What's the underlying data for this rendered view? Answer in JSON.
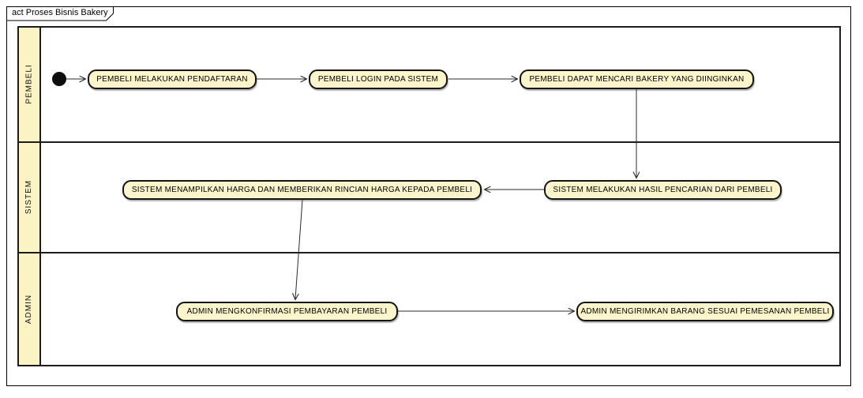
{
  "frame": {
    "title": "act Proses Bisnis Bakery"
  },
  "colors": {
    "node_fill": "#FCF5CB",
    "lane_fill": "#FAF3C4",
    "border": "#1c1c1c",
    "edge": "#2b2b2b"
  },
  "lanes": [
    {
      "label": "PEMBELI"
    },
    {
      "label": "SISTEM"
    },
    {
      "label": "ADMIN"
    }
  ],
  "nodes": [
    {
      "id": "n1",
      "lane": "PEMBELI",
      "label": "PEMBELI MELAKUKAN PENDAFTARAN"
    },
    {
      "id": "n2",
      "lane": "PEMBELI",
      "label": "PEMBELI LOGIN PADA SISTEM"
    },
    {
      "id": "n3",
      "lane": "PEMBELI",
      "label": "PEMBELI DAPAT MENCARI BAKERY YANG DIINGINKAN"
    },
    {
      "id": "n4",
      "lane": "SISTEM",
      "label": "SISTEM MENAMPILKAN HARGA DAN MEMBERIKAN RINCIAN HARGA KEPADA PEMBELI"
    },
    {
      "id": "n5",
      "lane": "SISTEM",
      "label": "SISTEM MELAKUKAN HASIL PENCARIAN DARI PEMBELI"
    },
    {
      "id": "n6",
      "lane": "ADMIN",
      "label": "ADMIN MENGKONFIRMASI PEMBAYARAN PEMBELI"
    },
    {
      "id": "n7",
      "lane": "ADMIN",
      "label": "ADMIN MENGIRIMKAN BARANG SESUAI PEMESANAN PEMBELI"
    }
  ],
  "flows": [
    {
      "from": "initial",
      "to": "n1"
    },
    {
      "from": "n1",
      "to": "n2"
    },
    {
      "from": "n2",
      "to": "n3"
    },
    {
      "from": "n3",
      "to": "n5"
    },
    {
      "from": "n5",
      "to": "n4"
    },
    {
      "from": "n4",
      "to": "n6"
    },
    {
      "from": "n6",
      "to": "n7"
    }
  ]
}
